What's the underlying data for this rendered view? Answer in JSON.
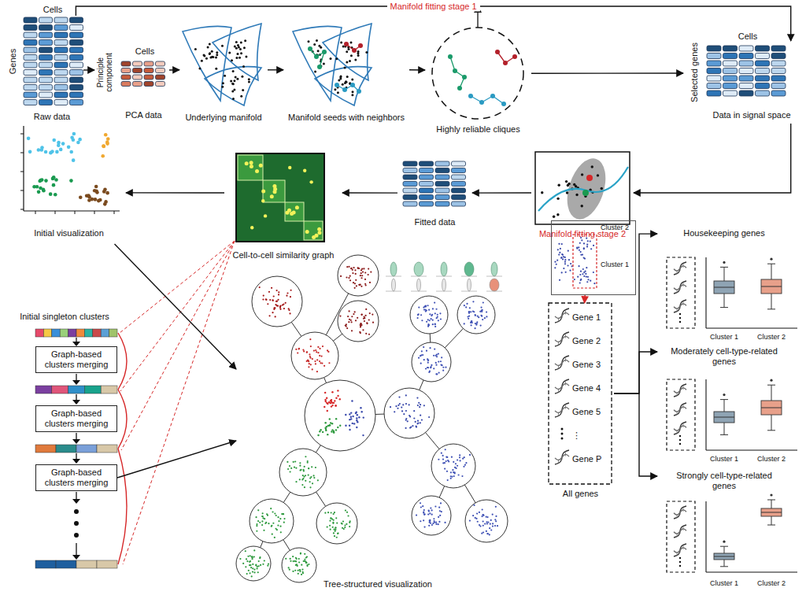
{
  "diagram": {
    "nodes": [
      {
        "text": [
          "Raw data"
        ]
      },
      {
        "text": [
          "PCA data"
        ]
      },
      {
        "text": [
          "Underlying manifold"
        ]
      },
      {
        "text": [
          "Manifold seeds with neighbors"
        ]
      },
      {
        "text": [
          "Highly reliable cliques"
        ]
      },
      {
        "text": [
          "Data in signal space"
        ]
      },
      {
        "text": [
          "Manifold fitting stage 2"
        ]
      },
      {
        "text": [
          "Fitted data"
        ]
      },
      {
        "text": [
          "Cell-to-cell similarity graph"
        ]
      },
      {
        "text": [
          "Initial visualization"
        ]
      },
      {
        "text": [
          "Graph-based clusters merging"
        ]
      },
      {
        "text": [
          "Graph-based clusters merging"
        ]
      },
      {
        "text": [
          "Graph-based clusters merging"
        ]
      },
      {
        "text": [
          "Tree-structured visualization"
        ]
      },
      {
        "text": [
          "Cluster 2",
          "Cluster 1"
        ]
      },
      {
        "text": [
          "Gene 1",
          "Gene 2",
          "Gene 3",
          "Gene 4",
          "Gene 5",
          "⋮",
          "Gene P",
          "All genes"
        ]
      },
      {
        "text": [
          "Housekeeping genes",
          "Cluster 1",
          "Cluster 2"
        ]
      },
      {
        "text": [
          "Moderately cell-type-related genes",
          "Cluster 1",
          "Cluster 2"
        ]
      },
      {
        "text": [
          "Strongly cell-type-related genes",
          "Cluster 1",
          "Cluster 2"
        ]
      }
    ],
    "edges": [
      {
        "from": 0,
        "to": 1,
        "arrow": "to"
      },
      {
        "from": 1,
        "to": 2,
        "arrow": "to"
      },
      {
        "from": 2,
        "to": 3,
        "arrow": "to"
      },
      {
        "from": 3,
        "to": 4,
        "arrow": "to"
      },
      {
        "from": 4,
        "to": 5,
        "arrow": "to"
      },
      {
        "from": 0,
        "to": 5,
        "label": "Manifold fitting stage 1",
        "arrow": "to"
      },
      {
        "from": 5,
        "to": 6,
        "arrow": "to"
      },
      {
        "from": 6,
        "to": 7,
        "arrow": "to"
      },
      {
        "from": 7,
        "to": 8,
        "arrow": "to"
      },
      {
        "from": 8,
        "to": 9,
        "arrow": "to"
      },
      {
        "from": 9,
        "to": 13,
        "arrow": "to"
      },
      {
        "from": 12,
        "to": 13,
        "arrow": "to"
      },
      {
        "from": 14,
        "to": 15,
        "arrow": "to"
      },
      {
        "from": 15,
        "to": 16,
        "arrow": "to"
      },
      {
        "from": 15,
        "to": 17,
        "arrow": "to"
      },
      {
        "from": 15,
        "to": 18,
        "arrow": "to"
      }
    ],
    "labels": [
      "Cells",
      "Genes",
      "Principle component",
      "Cells",
      "Cells",
      "Selected genes",
      "Initial singleton clusters"
    ]
  }
}
